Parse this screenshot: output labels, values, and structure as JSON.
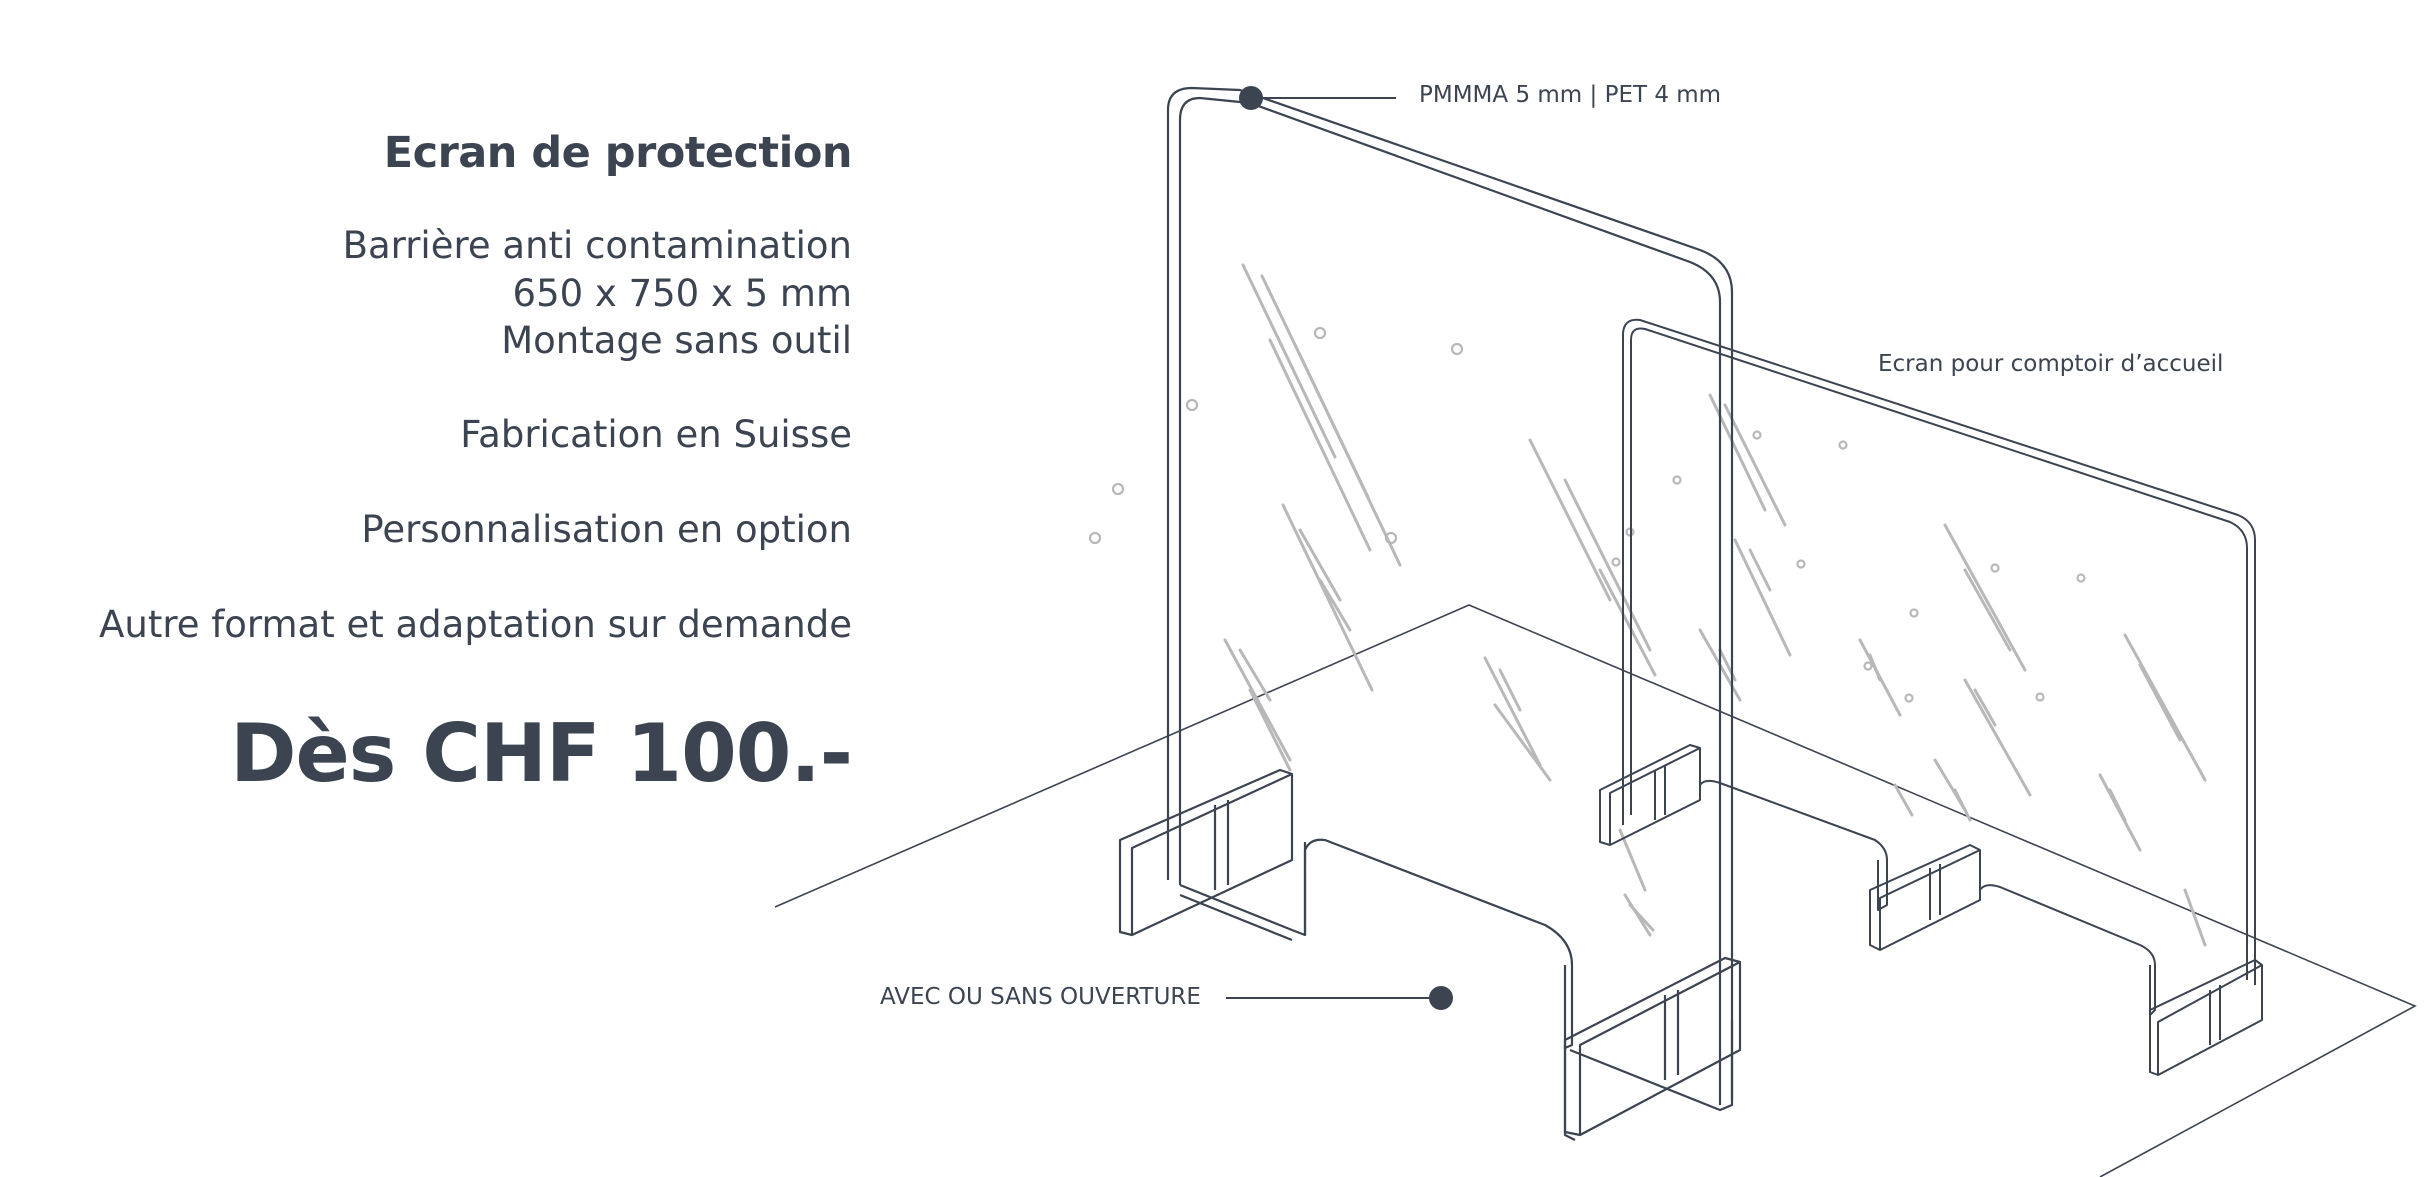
{
  "product": {
    "heading": "Ecran de protection",
    "features": [
      "Barrière anti contamination",
      "650 x 750 x 5 mm",
      "Montage sans outil",
      "Fabrication en Suisse",
      "Personnalisation en option",
      "Autre format et adaptation sur demande"
    ],
    "price": "Dès CHF 100.-"
  },
  "callouts": {
    "material": "PMMMA 5 mm | PET 4 mm",
    "counter_screen": "Ecran pour comptoir d’accueil",
    "opening": "AVEC OU SANS OUVERTURE"
  },
  "colors": {
    "text": "#3b4450",
    "line": "#3b4450",
    "reflection": "#b8b8b8"
  }
}
